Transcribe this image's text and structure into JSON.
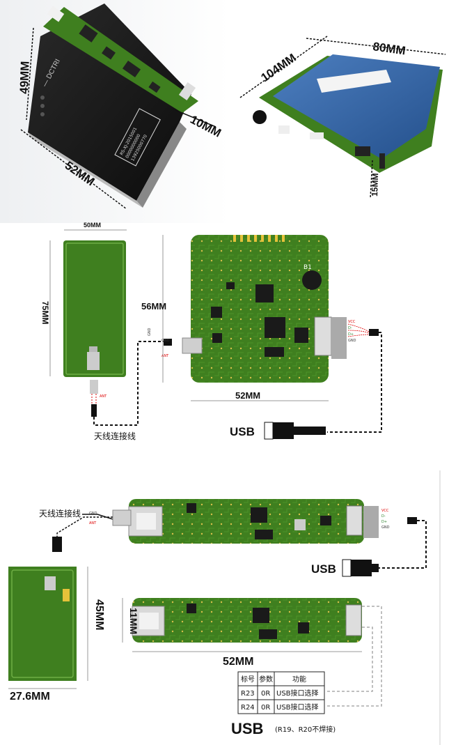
{
  "top": {
    "left_dims": {
      "height": "49MM",
      "depth": "10MM",
      "width": "52MM"
    },
    "left_label_lines": [
      "RS-XJ-2015001",
      "0000000000",
      "13925000770"
    ],
    "right_dims": {
      "length": "104MM",
      "width": "80MM",
      "height": "15MM"
    }
  },
  "mid": {
    "antenna_height": "75MM",
    "antenna_width_partial": "50MM",
    "board_height": "56MM",
    "board_width": "52MM",
    "antenna_cable": "天线连接线",
    "usb": "USB",
    "pins_antenna": [
      "GND",
      "ANT"
    ],
    "pins_usb": [
      "VCC",
      "D-",
      "D+",
      "GND"
    ],
    "b1": "B1"
  },
  "bottom": {
    "antenna_cable": "天线连接线",
    "usb1": "USB",
    "usb2": "USB",
    "usb_note": "(R19、R20不焊接)",
    "stick_height": "11MM",
    "stick_width": "52MM",
    "antenna_height": "45MM",
    "antenna_width": "27.6MM",
    "table": {
      "headers": [
        "标号",
        "参数",
        "功能"
      ],
      "rows": [
        [
          "R23",
          "0R",
          "USB接口选择"
        ],
        [
          "R24",
          "0R",
          "USB接口选择"
        ]
      ]
    }
  },
  "colors": {
    "pcb": "#3f7f1f",
    "pcb_dark": "#2a5e12",
    "shield_blue": "#2f5fa0",
    "pad": "#e6c23a"
  }
}
